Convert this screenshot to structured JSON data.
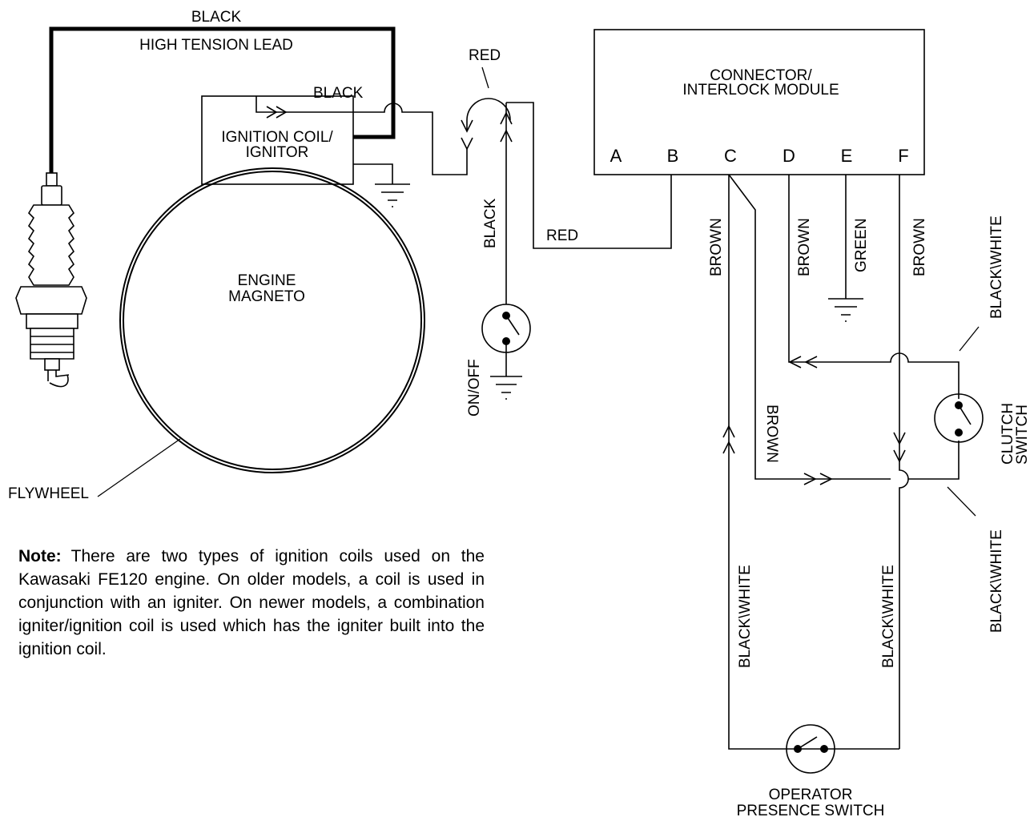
{
  "labels": {
    "black_top": "BLACK",
    "high_tension_lead": "HIGH TENSION LEAD",
    "black_coil": "BLACK",
    "red_top": "RED",
    "ignition_coil_1": "IGNITION COIL/",
    "ignition_coil_2": "IGNITOR",
    "engine_1": "ENGINE",
    "engine_2": "MAGNETO",
    "flywheel": "FLYWHEEL",
    "black_vertical": "BLACK",
    "red_lower": "RED",
    "on_off": "ON/OFF",
    "module_1": "CONNECTOR/",
    "module_2": "INTERLOCK MODULE",
    "term_a": "A",
    "term_b": "B",
    "term_c": "C",
    "term_d": "D",
    "term_e": "E",
    "term_f": "F",
    "brown_c": "BROWN",
    "brown_d": "BROWN",
    "green_e": "GREEN",
    "brown_f": "BROWN",
    "brown_mid": "BROWN",
    "bw_clutch_top": "BLACK\\WHITE",
    "clutch_1": "CLUTCH",
    "clutch_2": "SWITCH",
    "bw_clutch_bottom": "BLACK\\WHITE",
    "bw_left": "BLACK\\WHITE",
    "bw_right": "BLACK\\WHITE",
    "operator_1": "OPERATOR",
    "operator_2": "PRESENCE SWITCH"
  },
  "note": {
    "label": "Note:",
    "text": "There are two types of ignition coils used on the Kawasaki FE120 engine. On older models, a coil is used in conjunction with an igniter. On newer models, a combination igniter/ignition coil is used which has the igniter built into the ignition coil."
  }
}
